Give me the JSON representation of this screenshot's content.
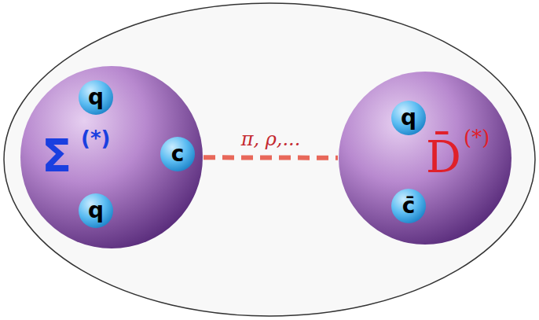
{
  "diagram": {
    "nodes": [
      {
        "text": [
          "Σ",
          "(*)"
        ]
      },
      {
        "text": [
          "q"
        ],
        "in": 0
      },
      {
        "text": [
          "c"
        ],
        "in": 0
      },
      {
        "text": [
          "q"
        ],
        "in": 0
      },
      {
        "text": [
          "D̄",
          "(*)"
        ]
      },
      {
        "text": [
          "q"
        ],
        "in": 4
      },
      {
        "text": [
          "c̄"
        ],
        "in": 4
      }
    ],
    "edges": [
      {
        "from": 0,
        "to": 4,
        "arrow": "none",
        "label": "π, ρ,..."
      }
    ]
  }
}
